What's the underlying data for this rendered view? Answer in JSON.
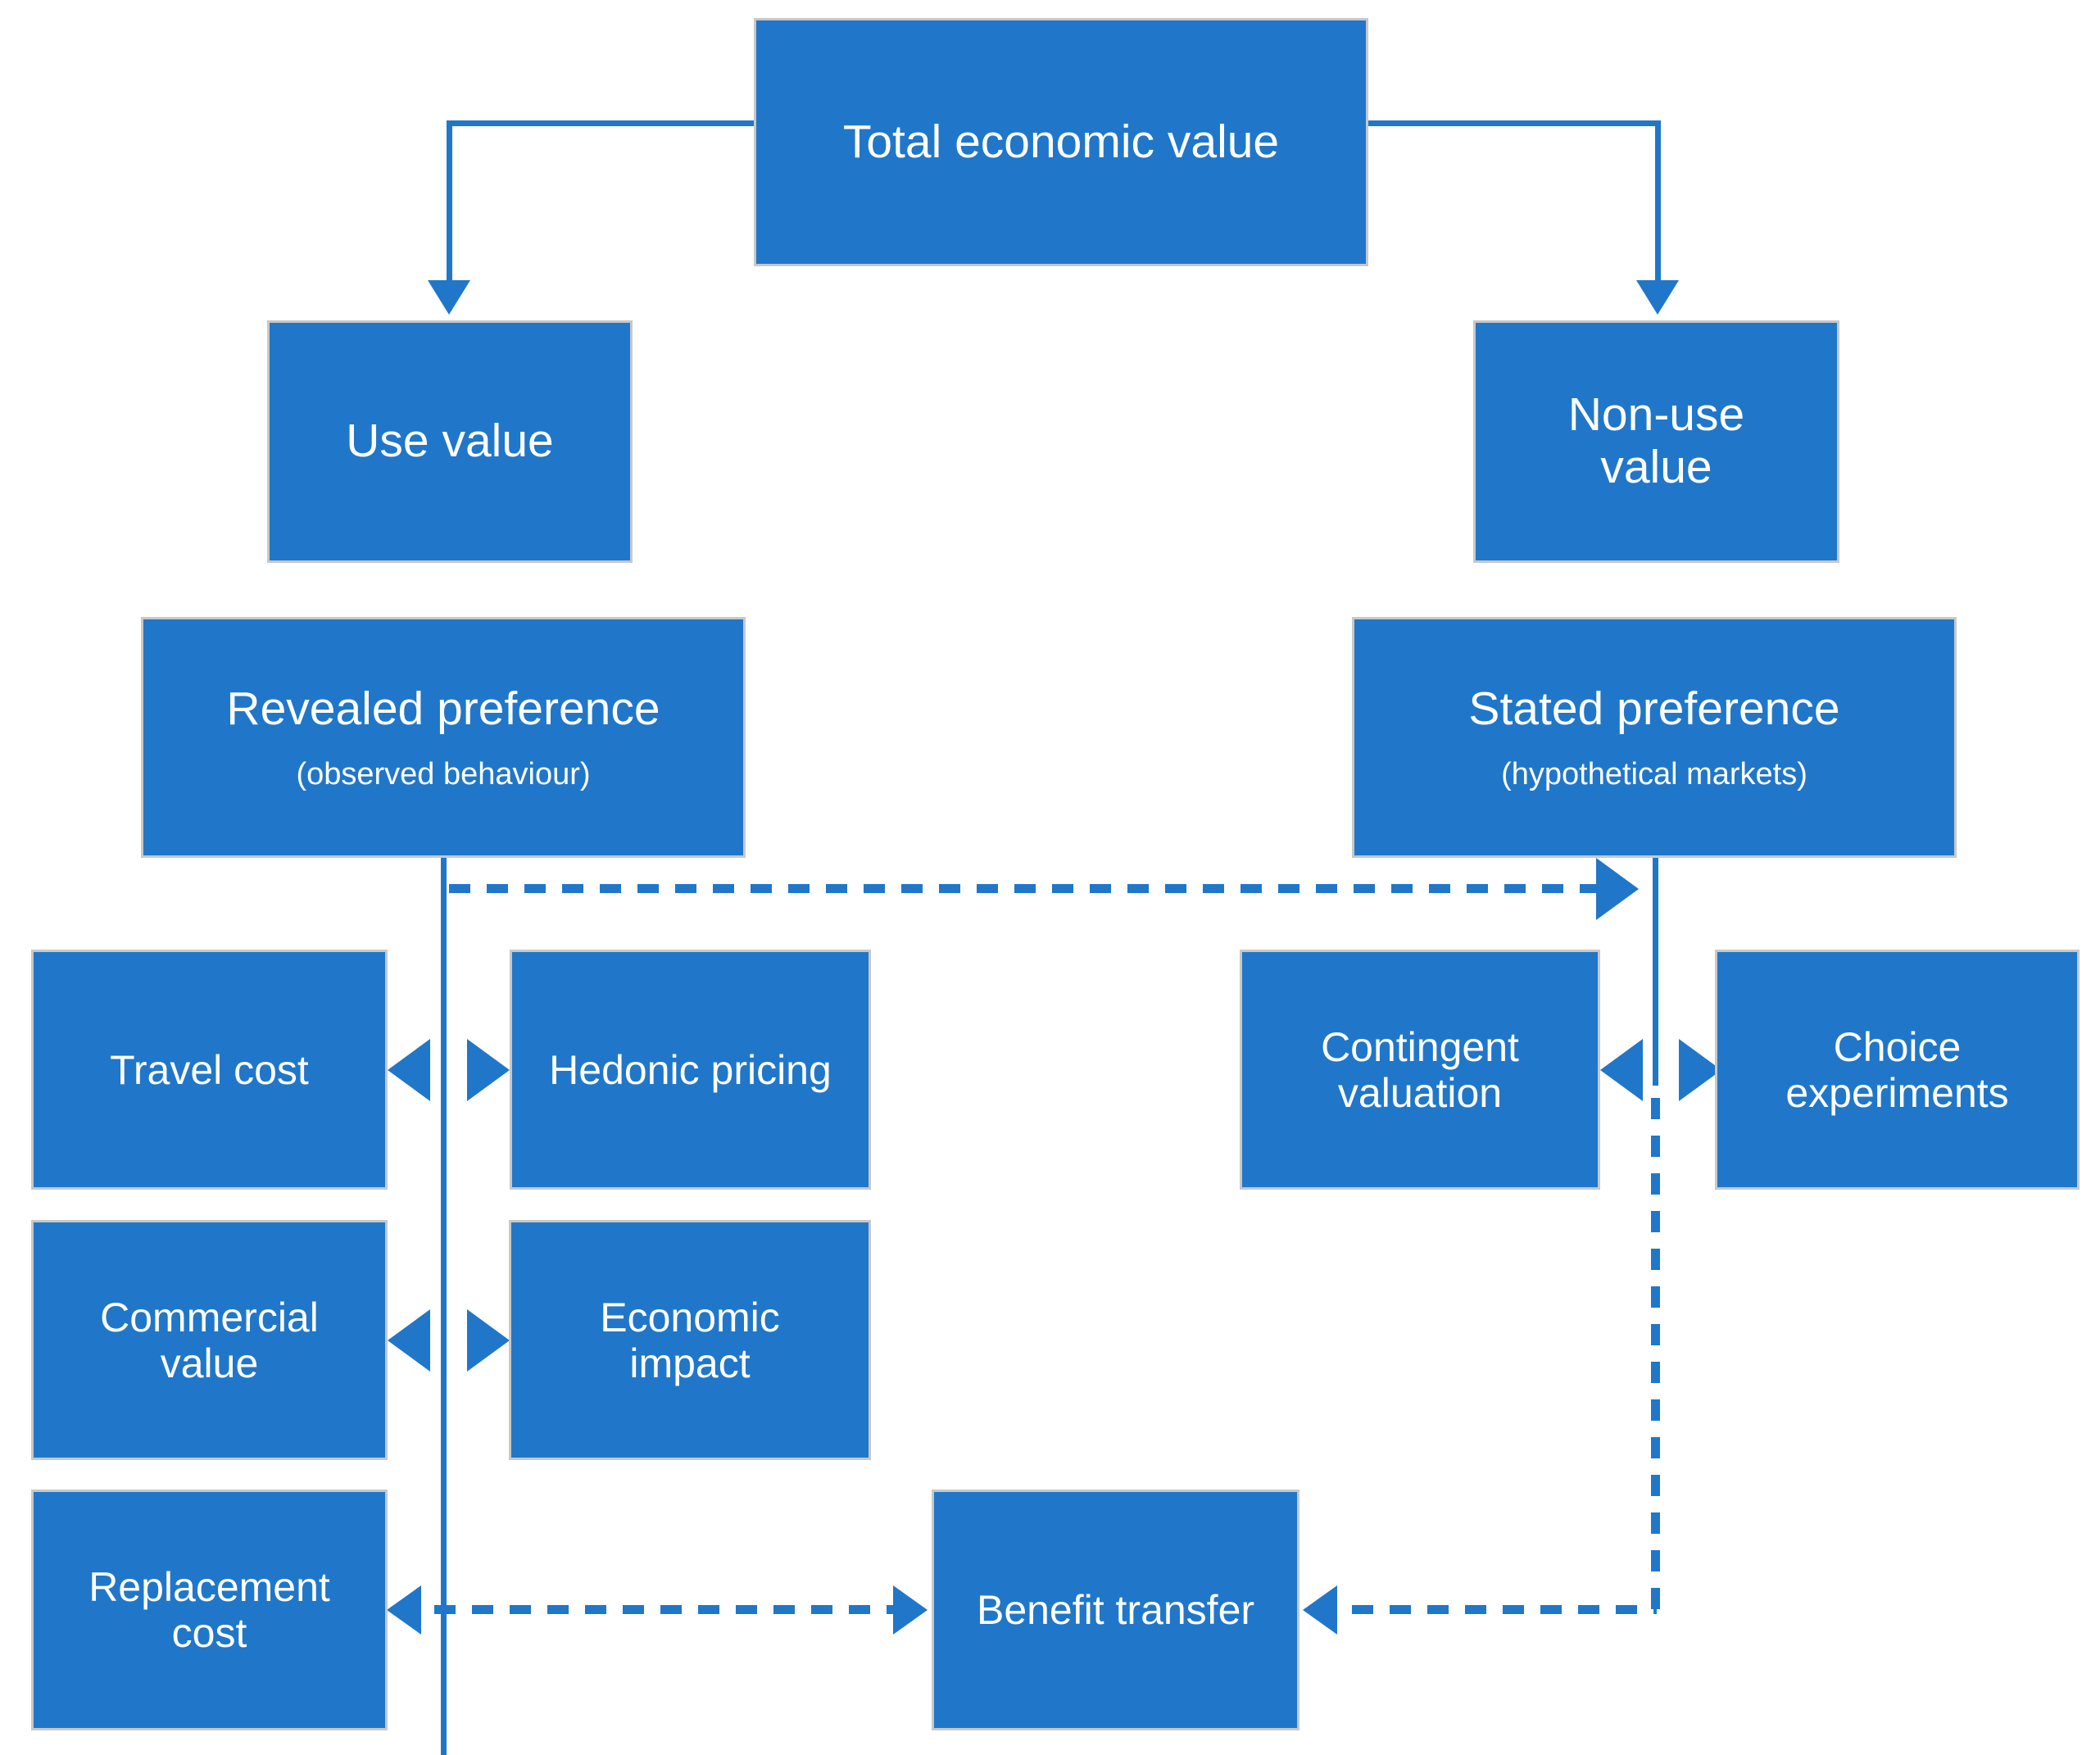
{
  "diagram": {
    "title": "Total economic value",
    "accent_color": "#2077c9",
    "box_border_color": "#c8c8c8",
    "text_color": "#ffffff",
    "background_color": "#ffffff",
    "type": "flowchart"
  },
  "nodes": {
    "total_economic_value": {
      "label": "Total economic value"
    },
    "use_value": {
      "label": "Use value"
    },
    "non_use_value": {
      "label": "Non-use\nvalue",
      "line1": "Non-use",
      "line2": "value"
    },
    "revealed_preference": {
      "label": "Revealed preference",
      "sub": "(observed behaviour)"
    },
    "stated_preference": {
      "label": "Stated preference",
      "sub": "(hypothetical markets)"
    },
    "travel_cost": {
      "label": "Travel cost"
    },
    "hedonic_pricing": {
      "label": "Hedonic pricing"
    },
    "contingent_valuation": {
      "line1": "Contingent",
      "line2": "valuation"
    },
    "choice_experiments": {
      "line1": "Choice",
      "line2": "experiments"
    },
    "commercial_value": {
      "line1": "Commercial",
      "line2": "value"
    },
    "economic_impact": {
      "line1": "Economic",
      "line2": "impact"
    },
    "replacement_cost": {
      "line1": "Replacement",
      "line2": "cost"
    },
    "benefit_transfer": {
      "label": "Benefit transfer"
    }
  },
  "edges": [
    {
      "id": "tev-to-use-value",
      "style": "solid",
      "from": "total_economic_value",
      "to": "use_value"
    },
    {
      "id": "tev-to-non-use-value",
      "style": "solid",
      "from": "total_economic_value",
      "to": "non_use_value"
    },
    {
      "id": "revealed-to-stated",
      "style": "dashed",
      "from": "revealed_preference",
      "to": "stated_preference"
    },
    {
      "id": "travel-cost-hedonic-pricing",
      "style": "solid-double",
      "from": "travel_cost",
      "to": "hedonic_pricing"
    },
    {
      "id": "commercial-value-economic-impact",
      "style": "solid-double",
      "from": "commercial_value",
      "to": "economic_impact"
    },
    {
      "id": "contingent-choice",
      "style": "solid-double",
      "from": "contingent_valuation",
      "to": "choice_experiments"
    },
    {
      "id": "replacement-benefit-transfer",
      "style": "dashed-double",
      "from": "replacement_cost",
      "to": "benefit_transfer"
    },
    {
      "id": "stated-to-benefit-transfer",
      "style": "dashed",
      "from": "stated_preference",
      "to": "benefit_transfer"
    }
  ]
}
